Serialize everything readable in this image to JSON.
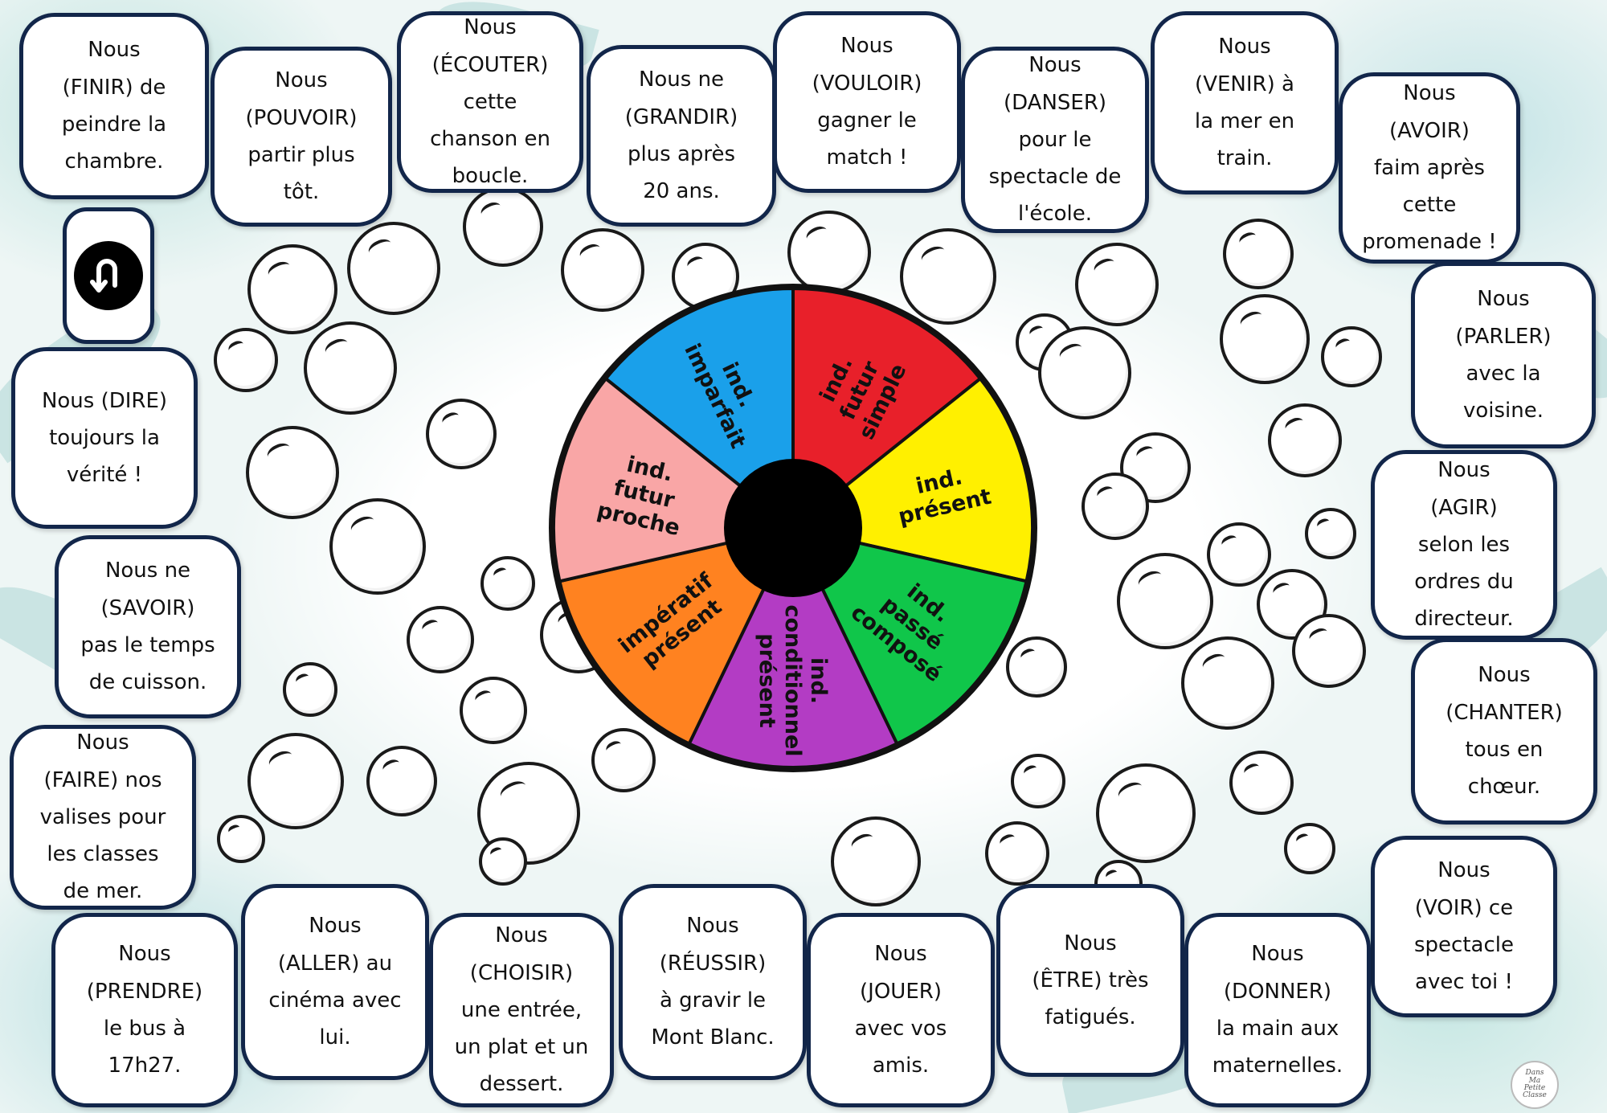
{
  "cards": [
    {
      "id": "finir",
      "text": "Nous\n(FINIR) de\npeindre la\nchambre."
    },
    {
      "id": "pouvoir",
      "text": "Nous\n(POUVOIR)\npartir plus\ntôt."
    },
    {
      "id": "ecouter",
      "text": "Nous\n(ÉCOUTER)\ncette\nchanson en\nboucle."
    },
    {
      "id": "grandir",
      "text": "Nous ne\n(GRANDIR)\nplus après\n20 ans."
    },
    {
      "id": "vouloir",
      "text": "Nous\n(VOULOIR)\ngagner le\nmatch !"
    },
    {
      "id": "danser",
      "text": "Nous\n(DANSER)\npour le\nspectacle de\nl'école."
    },
    {
      "id": "venir",
      "text": "Nous\n(VENIR) à\nla mer en\ntrain."
    },
    {
      "id": "avoir",
      "text": "Nous\n(AVOIR)\nfaim après\ncette\npromenade !"
    },
    {
      "id": "dire",
      "text": "Nous (DIRE)\ntoujours la\nvérité !"
    },
    {
      "id": "parler",
      "text": "Nous\n(PARLER)\navec la\nvoisine."
    },
    {
      "id": "agir",
      "text": "Nous\n(AGIR)\nselon les\nordres du\ndirecteur."
    },
    {
      "id": "savoir",
      "text": "Nous ne\n(SAVOIR)\npas le temps\nde cuisson."
    },
    {
      "id": "chanter",
      "text": "Nous\n(CHANTER)\ntous en\nchœur."
    },
    {
      "id": "faire",
      "text": "Nous\n(FAIRE) nos\nvalises pour\nles classes\nde mer."
    },
    {
      "id": "voir",
      "text": "Nous\n(VOIR) ce\nspectacle\navec toi !"
    },
    {
      "id": "prendre",
      "text": "Nous\n(PRENDRE)\nle bus à\n17h27."
    },
    {
      "id": "aller",
      "text": "Nous\n(ALLER) au\ncinéma avec\nlui."
    },
    {
      "id": "choisir",
      "text": "Nous\n(CHOISIR)\nune entrée,\nun plat et un\ndessert."
    },
    {
      "id": "reussir",
      "text": "Nous\n(RÉUSSIR)\nà gravir le\nMont Blanc."
    },
    {
      "id": "jouer",
      "text": "Nous\n(JOUER)\navec vos\namis."
    },
    {
      "id": "etre",
      "text": "Nous\n(ÊTRE) très\nfatigués."
    },
    {
      "id": "donner",
      "text": "Nous\n(DONNER)\nla main aux\nmaternelles."
    }
  ],
  "undo": {
    "icon": "u-turn-arrow-icon"
  },
  "wheel": {
    "segments": [
      {
        "lines": [
          "ind.",
          "futur",
          "simple"
        ],
        "color": "#e8202a"
      },
      {
        "lines": [
          "ind.",
          "présent"
        ],
        "color": "#fff000"
      },
      {
        "lines": [
          "ind.",
          "passé",
          "composé"
        ],
        "color": "#10c64a"
      },
      {
        "lines": [
          "ind.",
          "conditionnel",
          "présent"
        ],
        "color": "#b33cc4"
      },
      {
        "lines": [
          "impératif",
          "présent"
        ],
        "color": "#ff8220"
      },
      {
        "lines": [
          "ind.",
          "futur",
          "proche"
        ],
        "color": "#f9a6a6"
      },
      {
        "lines": [
          "ind.",
          "imparfait"
        ],
        "color": "#1aa0ea"
      }
    ],
    "hub_color": "#000000",
    "border_color": "#111111"
  },
  "logo_text": "Dans\nMa\nPetite\nClasse"
}
